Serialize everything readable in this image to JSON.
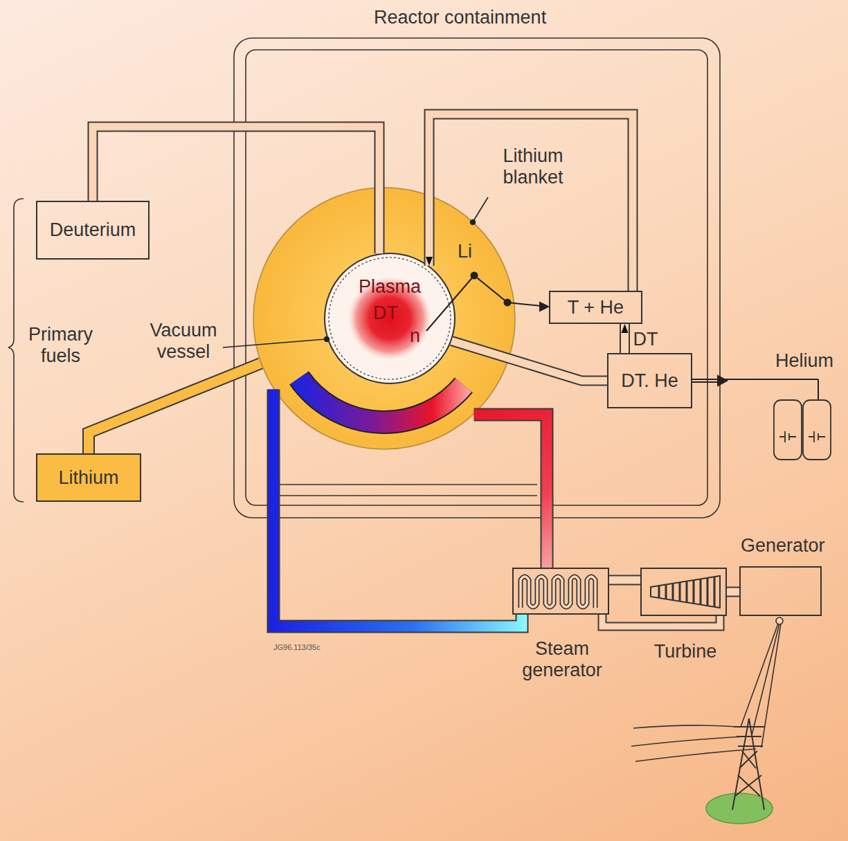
{
  "diagram": {
    "title": "Reactor containment",
    "nodes": [
      {
        "text": [
          "Deuterium"
        ]
      },
      {
        "text": [
          "Lithium blanket"
        ]
      },
      {
        "text": [
          "Plasma",
          "DT"
        ],
        "in": 1
      },
      {
        "text": [
          "T + He"
        ]
      },
      {
        "text": [
          "DT. He"
        ]
      },
      {
        "text": [
          "Lithium"
        ]
      },
      {
        "text": [
          "Steam generator"
        ]
      },
      {
        "text": [
          "Turbine"
        ]
      },
      {
        "text": [
          "Generator"
        ]
      }
    ],
    "edges": [
      {
        "from": 0,
        "to": 2,
        "arrow": "none"
      },
      {
        "from": 3,
        "to": 2,
        "arrow": "to"
      },
      {
        "from": 2,
        "to": 4,
        "arrow": "none"
      },
      {
        "from": 4,
        "to": 3,
        "label": "DT",
        "arrow": "to"
      },
      {
        "from": 5,
        "to": 1,
        "arrow": "none"
      },
      {
        "from": 1,
        "to": 6,
        "arrow": "none"
      },
      {
        "from": 6,
        "to": 1,
        "arrow": "none"
      },
      {
        "from": 6,
        "to": 7,
        "arrow": "none"
      },
      {
        "from": 7,
        "to": 8,
        "arrow": "none"
      }
    ],
    "labels": [
      "Li",
      "n",
      "Primary fuels",
      "Vacuum vessel",
      "Helium",
      "JG96.113/35c"
    ]
  }
}
